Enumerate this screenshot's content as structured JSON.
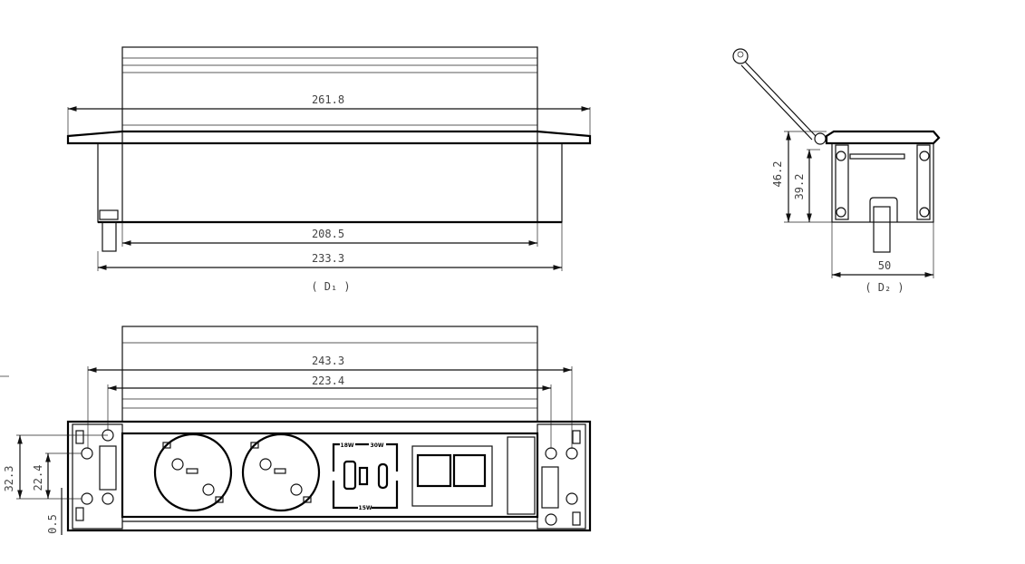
{
  "top_view": {
    "dims": {
      "flange_width": "261.8",
      "lid_width": "208.5",
      "body_width": "233.3"
    },
    "label": "( D₁ )"
  },
  "side_view": {
    "dims": {
      "total_height": "46.2",
      "body_height": "39.2",
      "depth": "50"
    },
    "label": "( D₂ )"
  },
  "front_view": {
    "dims": {
      "outer_holes": "243.3",
      "inner_holes": "223.4",
      "height_outer": "32.3",
      "height_inner": "22.4",
      "offset": "0.5"
    },
    "usb_labels": {
      "usb_a": "18W",
      "usb_c": "30W",
      "combined": "15W"
    }
  }
}
